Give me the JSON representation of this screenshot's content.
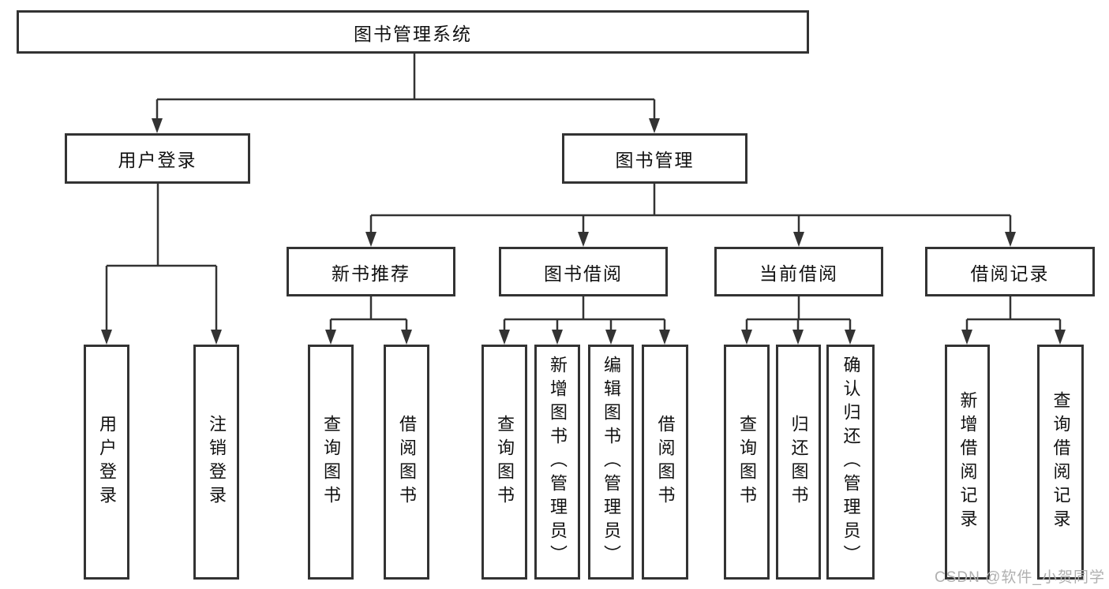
{
  "title": "图书管理系统",
  "colors": {
    "line": "#333333",
    "box_border": "#333333",
    "box_fill": "#ffffff",
    "text": "#111111",
    "watermark": "#b0b0b0"
  },
  "watermark": {
    "text": "CSDN @软件_小贺同学"
  },
  "tree": {
    "root": {
      "label": "图书管理系统",
      "children": [
        {
          "label": "用户登录",
          "children": [
            {
              "label": "用户登录"
            },
            {
              "label": "注销登录"
            }
          ]
        },
        {
          "label": "图书管理",
          "children": [
            {
              "label": "新书推荐",
              "children": [
                {
                  "label": "查询图书"
                },
                {
                  "label": "借阅图书"
                }
              ]
            },
            {
              "label": "图书借阅",
              "children": [
                {
                  "label": "查询图书"
                },
                {
                  "label": "新增图书（管理员）"
                },
                {
                  "label": "编辑图书（管理员）"
                },
                {
                  "label": "借阅图书"
                }
              ]
            },
            {
              "label": "当前借阅",
              "children": [
                {
                  "label": "查询图书"
                },
                {
                  "label": "归还图书"
                },
                {
                  "label": "确认归还（管理员）"
                }
              ]
            },
            {
              "label": "借阅记录",
              "children": [
                {
                  "label": "新增借阅记录"
                },
                {
                  "label": "查询借阅记录"
                }
              ]
            }
          ]
        }
      ]
    }
  }
}
